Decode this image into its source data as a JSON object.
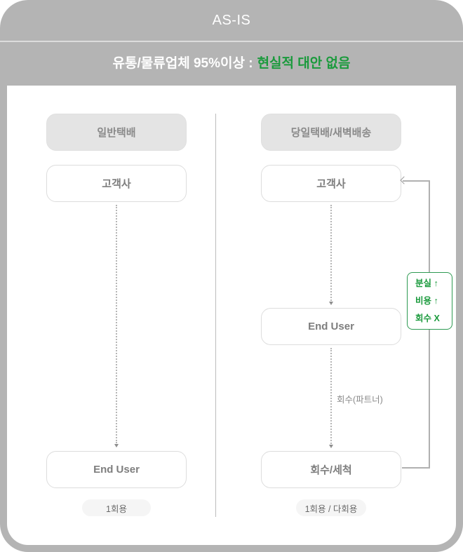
{
  "header": {
    "title": "AS-IS",
    "subtitle_prefix": "유통/물류업체 95%이상 :",
    "subtitle_highlight": "현실적 대안 없음"
  },
  "colors": {
    "frame": "#b4b4b4",
    "highlight_green": "#1a9a3c",
    "node_head_bg": "#e4e4e4",
    "node_text": "#7e7e7e"
  },
  "left_column": {
    "header": "일반택배",
    "nodes": [
      "고객사",
      "End User"
    ],
    "usage_badge": "1회용"
  },
  "right_column": {
    "header": "당일택배/새벽배송",
    "nodes": [
      "고객사",
      "End User",
      "회수/세척"
    ],
    "edge_label": "회수(파트너)",
    "usage_badge": "1회용 / 다회용",
    "issues": [
      "분실 ↑",
      "비용 ↑",
      "회수 X"
    ]
  }
}
